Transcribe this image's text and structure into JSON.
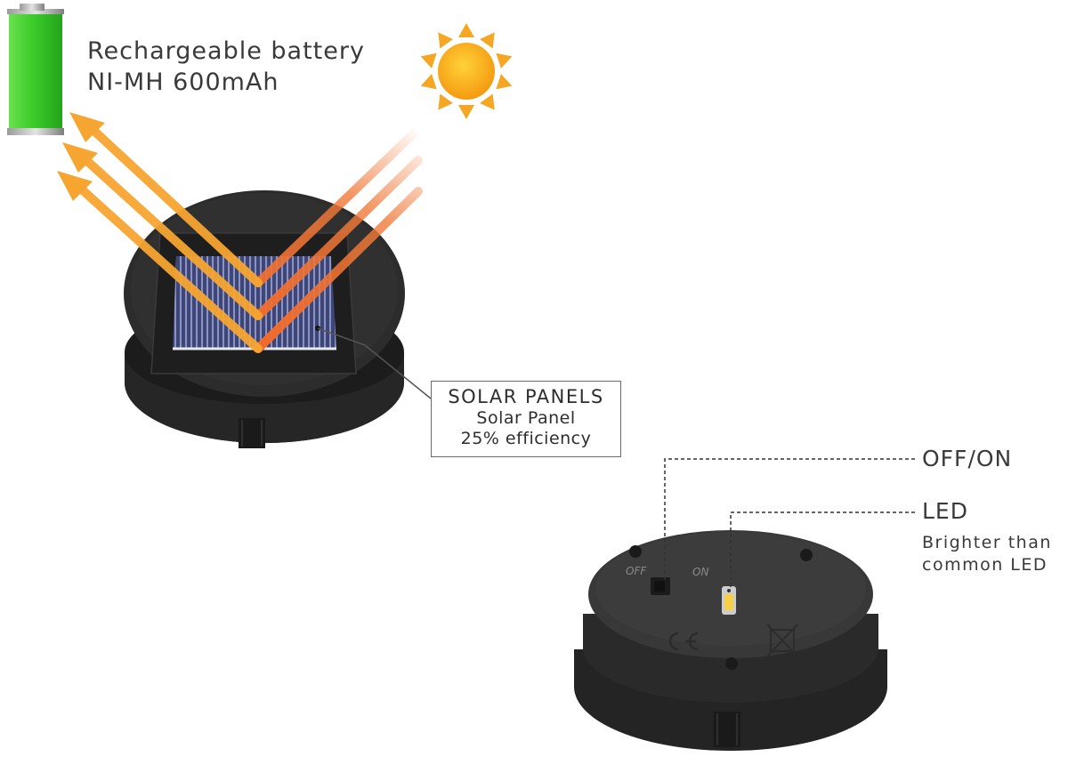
{
  "battery": {
    "line1": "Rechargeable battery",
    "line2": "NI-MH 600mAh",
    "color": "#3ccc2a"
  },
  "solar_callout": {
    "heading": "SOLAR PANELS",
    "line1": "Solar Panel",
    "line2": "25% efficiency"
  },
  "bottom_callouts": {
    "switch_label": "OFF/ON",
    "led_label": "LED",
    "led_desc_line1": "Brighter than",
    "led_desc_line2": "common LED"
  },
  "device_markings": {
    "off": "OFF",
    "on": "ON"
  },
  "colors": {
    "sun": "#f5a623",
    "light_ray": "#f7a531",
    "housing": "#2a2a2a",
    "solar_cell": "#3e4577"
  }
}
